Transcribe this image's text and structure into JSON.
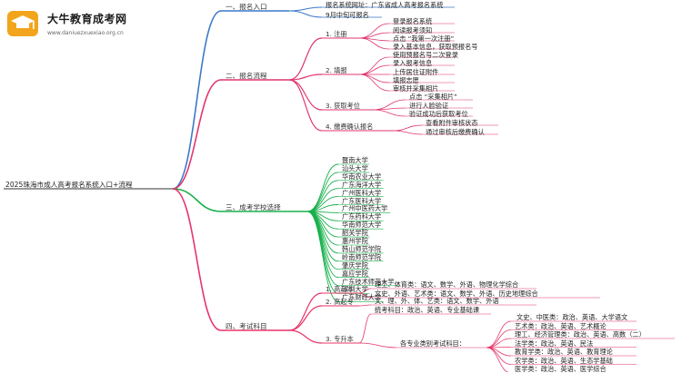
{
  "logo": {
    "title": "大牛教育成考网",
    "url": "www.daniuezxuexiao.org.cn"
  },
  "root": "2025珠海市成人高考报名系统入口+流程",
  "sections": {
    "s1": {
      "label": "一、报名入口",
      "items": [
        "报名系统网址：广东省成人高考报名系统",
        "9月中旬可报名"
      ]
    },
    "s2": {
      "label": "二、报名流程",
      "steps": [
        {
          "label": "1. 注册",
          "items": [
            "登录报名系统",
            "阅读报考须知",
            "点击 “我第一次注册”",
            "录入基本信息，获取预报名号"
          ]
        },
        {
          "label": "2. 填报",
          "items": [
            "使用预报名号二次登录",
            "录入报考信息",
            "上传居住证附件",
            "填报志愿",
            "审核并采集相片"
          ]
        },
        {
          "label": "3. 获取考位",
          "items": [
            "点击 “采集相片”",
            "进行人脸验证",
            "验证成功后获取考位"
          ]
        },
        {
          "label": "4. 缴费确认报名",
          "items": [
            "查看附件审核状态",
            "通过审核后缴费确认"
          ]
        }
      ]
    },
    "s3": {
      "label": "三、成考学校选择",
      "items": [
        "暨南大学",
        "汕头大学",
        "华南农业大学",
        "广东海洋大学",
        "广州医科大学",
        "广东医科大学",
        "广州中医药大学",
        "广东药科大学",
        "华南师范大学",
        "韶关学院",
        "惠州学院",
        "韩山师范学院",
        "岭南师范学院",
        "肇庆学院",
        "嘉应学院",
        "广东技术师范大学",
        "深圳大学",
        "广东财经大学"
      ]
    },
    "s4": {
      "label": "四、考试科目",
      "gqb": {
        "label": "1. 高起本",
        "items": [
          "理工、体育类：语文、数学、外语、物理化学综合",
          "文史、外语、艺术类：语文、数学、外语、历史地理综合"
        ]
      },
      "gqz": {
        "label": "2. 高起专",
        "items": [
          "文、理、外、体、艺类：语文、数学、外语"
        ]
      },
      "zsb": {
        "label": "3. 专升本",
        "common": "统考科目：政治、英语、专业基础课",
        "sub_label": "各专业类别考试科目：",
        "items": [
          "文史、中医类：政治、英语、大学语文",
          "艺术类：政治、英语、艺术概论",
          "理工、经济管理类：政治、英语、高数（二）",
          "法学类：政治、英语、民法",
          "教育学类：政治、英语、教育理论",
          "农学类：政治、英语、生态学基础",
          "医学类：政治、英语、医学综合"
        ]
      }
    }
  },
  "colors": {
    "s1": "#3b79c9",
    "s2": "#e0356e",
    "s3": "#17b04a",
    "s4": "#e8346a",
    "root_line": "#333333"
  }
}
